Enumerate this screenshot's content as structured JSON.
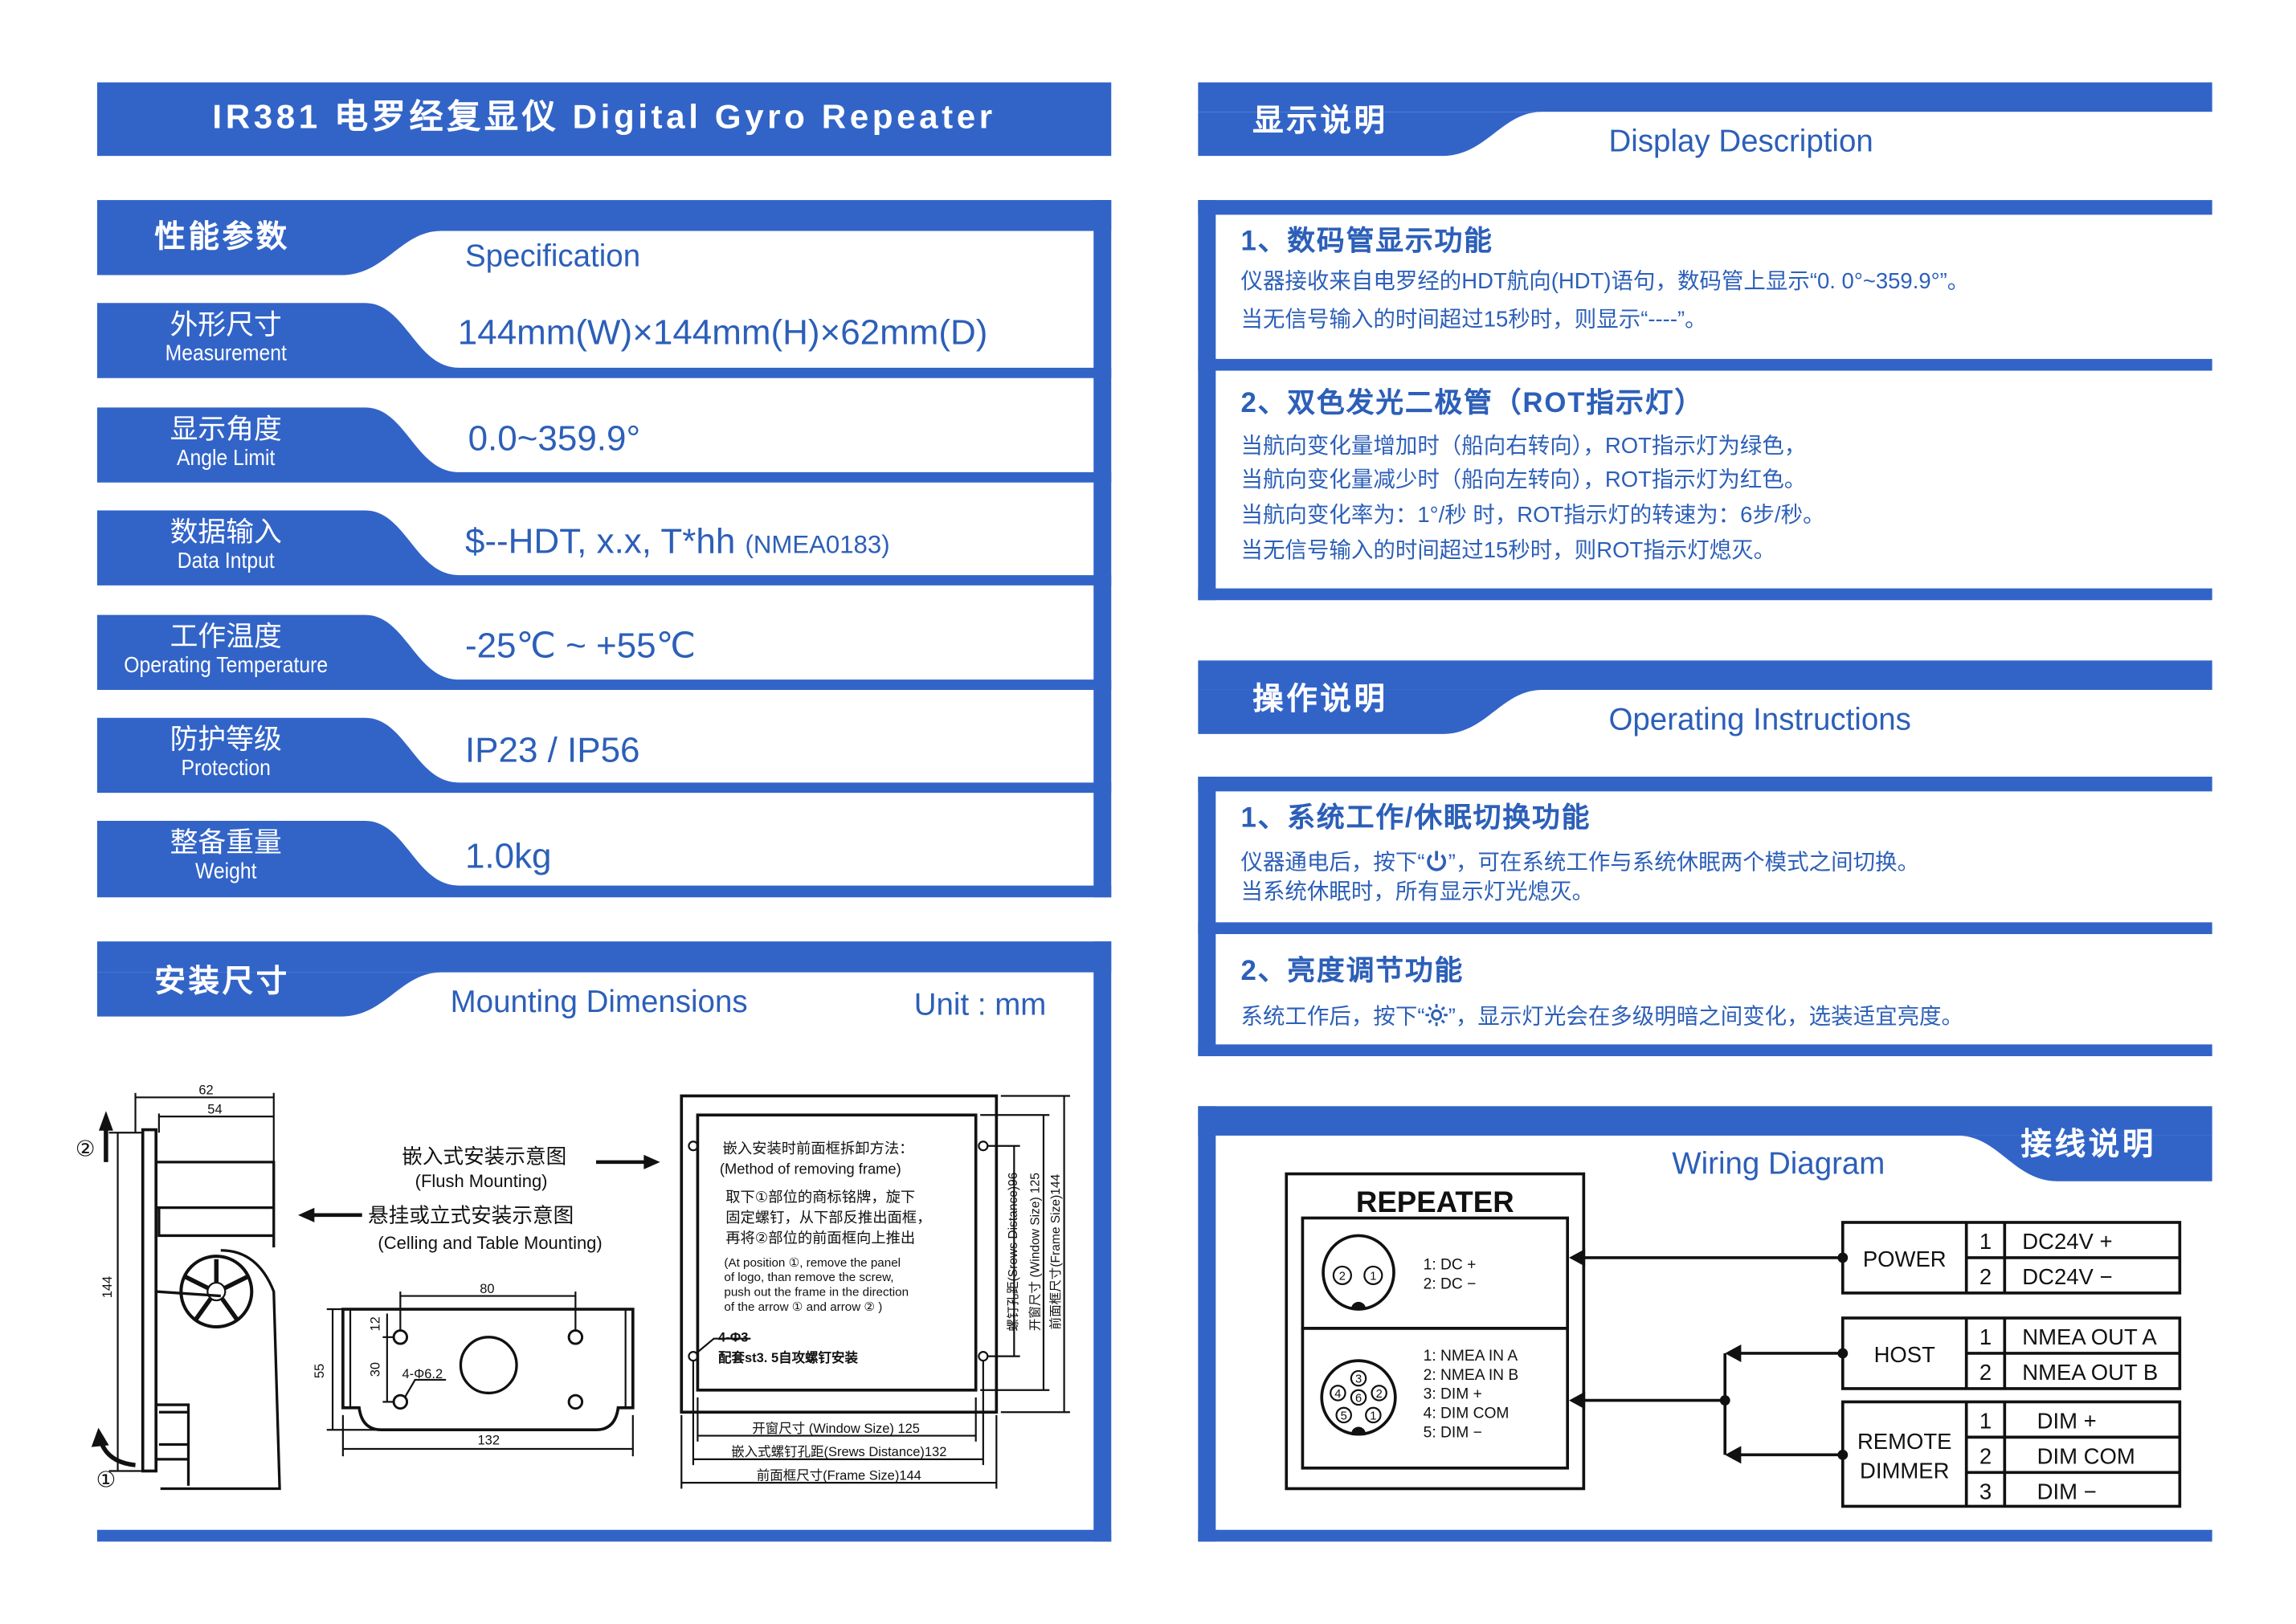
{
  "colors": {
    "brand_blue": "#3264c8",
    "text_blue": "#2c5fb8"
  },
  "title": "IR381 电罗经复显仪  Digital Gyro Repeater",
  "spec": {
    "label_cn": "性能参数",
    "label_en": "Specification",
    "rows": [
      {
        "cn": "外形尺寸",
        "en": "Measurement",
        "value": "144mm(W)×144mm(H)×62mm(D)",
        "note": ""
      },
      {
        "cn": "显示角度",
        "en": "Angle Limit",
        "value": "0.0~359.9°",
        "note": ""
      },
      {
        "cn": "数据输入",
        "en": "Data Intput",
        "value": "$--HDT, x.x, T*hh",
        "note": "(NMEA0183)"
      },
      {
        "cn": "工作温度",
        "en": "Operating Temperature",
        "value": "-25℃ ~ +55℃",
        "note": ""
      },
      {
        "cn": "防护等级",
        "en": "Protection",
        "value": "IP23 / IP56",
        "note": ""
      },
      {
        "cn": "整备重量",
        "en": "Weight",
        "value": "1.0kg",
        "note": ""
      }
    ]
  },
  "mounting": {
    "label_cn": "安装尺寸",
    "label_en": "Mounting Dimensions",
    "unit": "Unit : mm",
    "side_view": {
      "depth_total": "62",
      "depth_body": "54",
      "height": "144",
      "pos1": "①",
      "pos2": "②"
    },
    "flush_cn": "嵌入式安装示意图",
    "flush_en": "(Flush Mounting)",
    "ceiling_cn": "悬挂或立式安装示意图",
    "ceiling_en": "(Celling and Table Mounting)",
    "bracket": {
      "hole_spacing": "80",
      "height": "55",
      "top_offset": "12",
      "vertical_spacing": "30",
      "holes": "4-Φ6.2",
      "width": "132"
    },
    "frame": {
      "method_cn": "嵌入安装时前面框拆卸方法：",
      "method_en": "(Method of removing frame)",
      "steps_cn": [
        "取下①部位的商标铭牌，旋下",
        "固定螺钉，从下部反推出面框，",
        "再将②部位的前面框向上推出"
      ],
      "steps_en": [
        "(At position ①, remove the panel",
        "of logo,  than remove the screw,",
        "push out the frame in the direction",
        "of the arrow ① and arrow ② )"
      ],
      "screw_holes": "4-Φ3",
      "screw_note": "配套st3. 5自攻螺钉安装",
      "window_size_h": "开窗尺寸 (Window Size) 125",
      "screw_dist_h": "嵌入式螺钉孔距(Srews Distance)132",
      "frame_size_h": "前面框尺寸(Frame Size)144",
      "screw_dist_v": "螺钉孔距(Srews Distance)96",
      "window_size_v": "开窗尺寸 (Window Size) 125",
      "frame_size_v": "前面框尺寸(Frame Size)144"
    }
  },
  "display": {
    "label_cn": "显示说明",
    "label_en": "Display Description",
    "sections": [
      {
        "title": "1、数码管显示功能",
        "lines": [
          "仪器接收来自电罗经的HDT航向(HDT)语句，数码管上显示“0. 0°~359.9°”。",
          "当无信号输入的时间超过15秒时，则显示“----”。"
        ]
      },
      {
        "title": "2、双色发光二极管（ROT指示灯）",
        "lines": [
          "当航向变化量增加时（船向右转向），ROT指示灯为绿色，",
          "当航向变化量减少时（船向左转向），ROT指示灯为红色。",
          "当航向变化率为：1°/秒 时，ROT指示灯的转速为：6步/秒。",
          "当无信号输入的时间超过15秒时，则ROT指示灯熄灭。"
        ]
      }
    ]
  },
  "operating": {
    "label_cn": "操作说明",
    "label_en": "Operating Instructions",
    "s1_title": "1、系统工作/休眠切换功能",
    "s1_line1_pre": "仪器通电后，按下“",
    "s1_line1_post": "”，可在系统工作与系统休眠两个模式之间切换。",
    "s1_line2": "当系统休眠时，所有显示灯光熄灭。",
    "s2_title": "2、亮度调节功能",
    "s2_line1_pre": "系统工作后，按下“",
    "s2_line1_post": "”，显示灯光会在多级明暗之间变化，选装适宜亮度。"
  },
  "wiring": {
    "label_cn": "接线说明",
    "label_en": "Wiring Diagram",
    "repeater": "REPEATER",
    "conn1_pins": [
      "1: DC +",
      "2: DC −"
    ],
    "conn1_nums": [
      "2",
      "1"
    ],
    "conn2_pins": [
      "1: NMEA IN A",
      "2: NMEA IN B",
      "3: DIM +",
      "4: DIM COM",
      "5: DIM −"
    ],
    "conn2_nums": [
      "3",
      "4",
      "6",
      "2",
      "5",
      "1"
    ],
    "power": {
      "label": "POWER",
      "rows": [
        [
          "1",
          "DC24V +"
        ],
        [
          "2",
          "DC24V −"
        ]
      ]
    },
    "host": {
      "label": "HOST",
      "rows": [
        [
          "1",
          "NMEA OUT A"
        ],
        [
          "2",
          "NMEA OUT B"
        ]
      ]
    },
    "dimmer": {
      "label1": "REMOTE",
      "label2": "DIMMER",
      "rows": [
        [
          "1",
          "DIM +"
        ],
        [
          "2",
          "DIM COM"
        ],
        [
          "3",
          "DIM −"
        ]
      ]
    }
  }
}
